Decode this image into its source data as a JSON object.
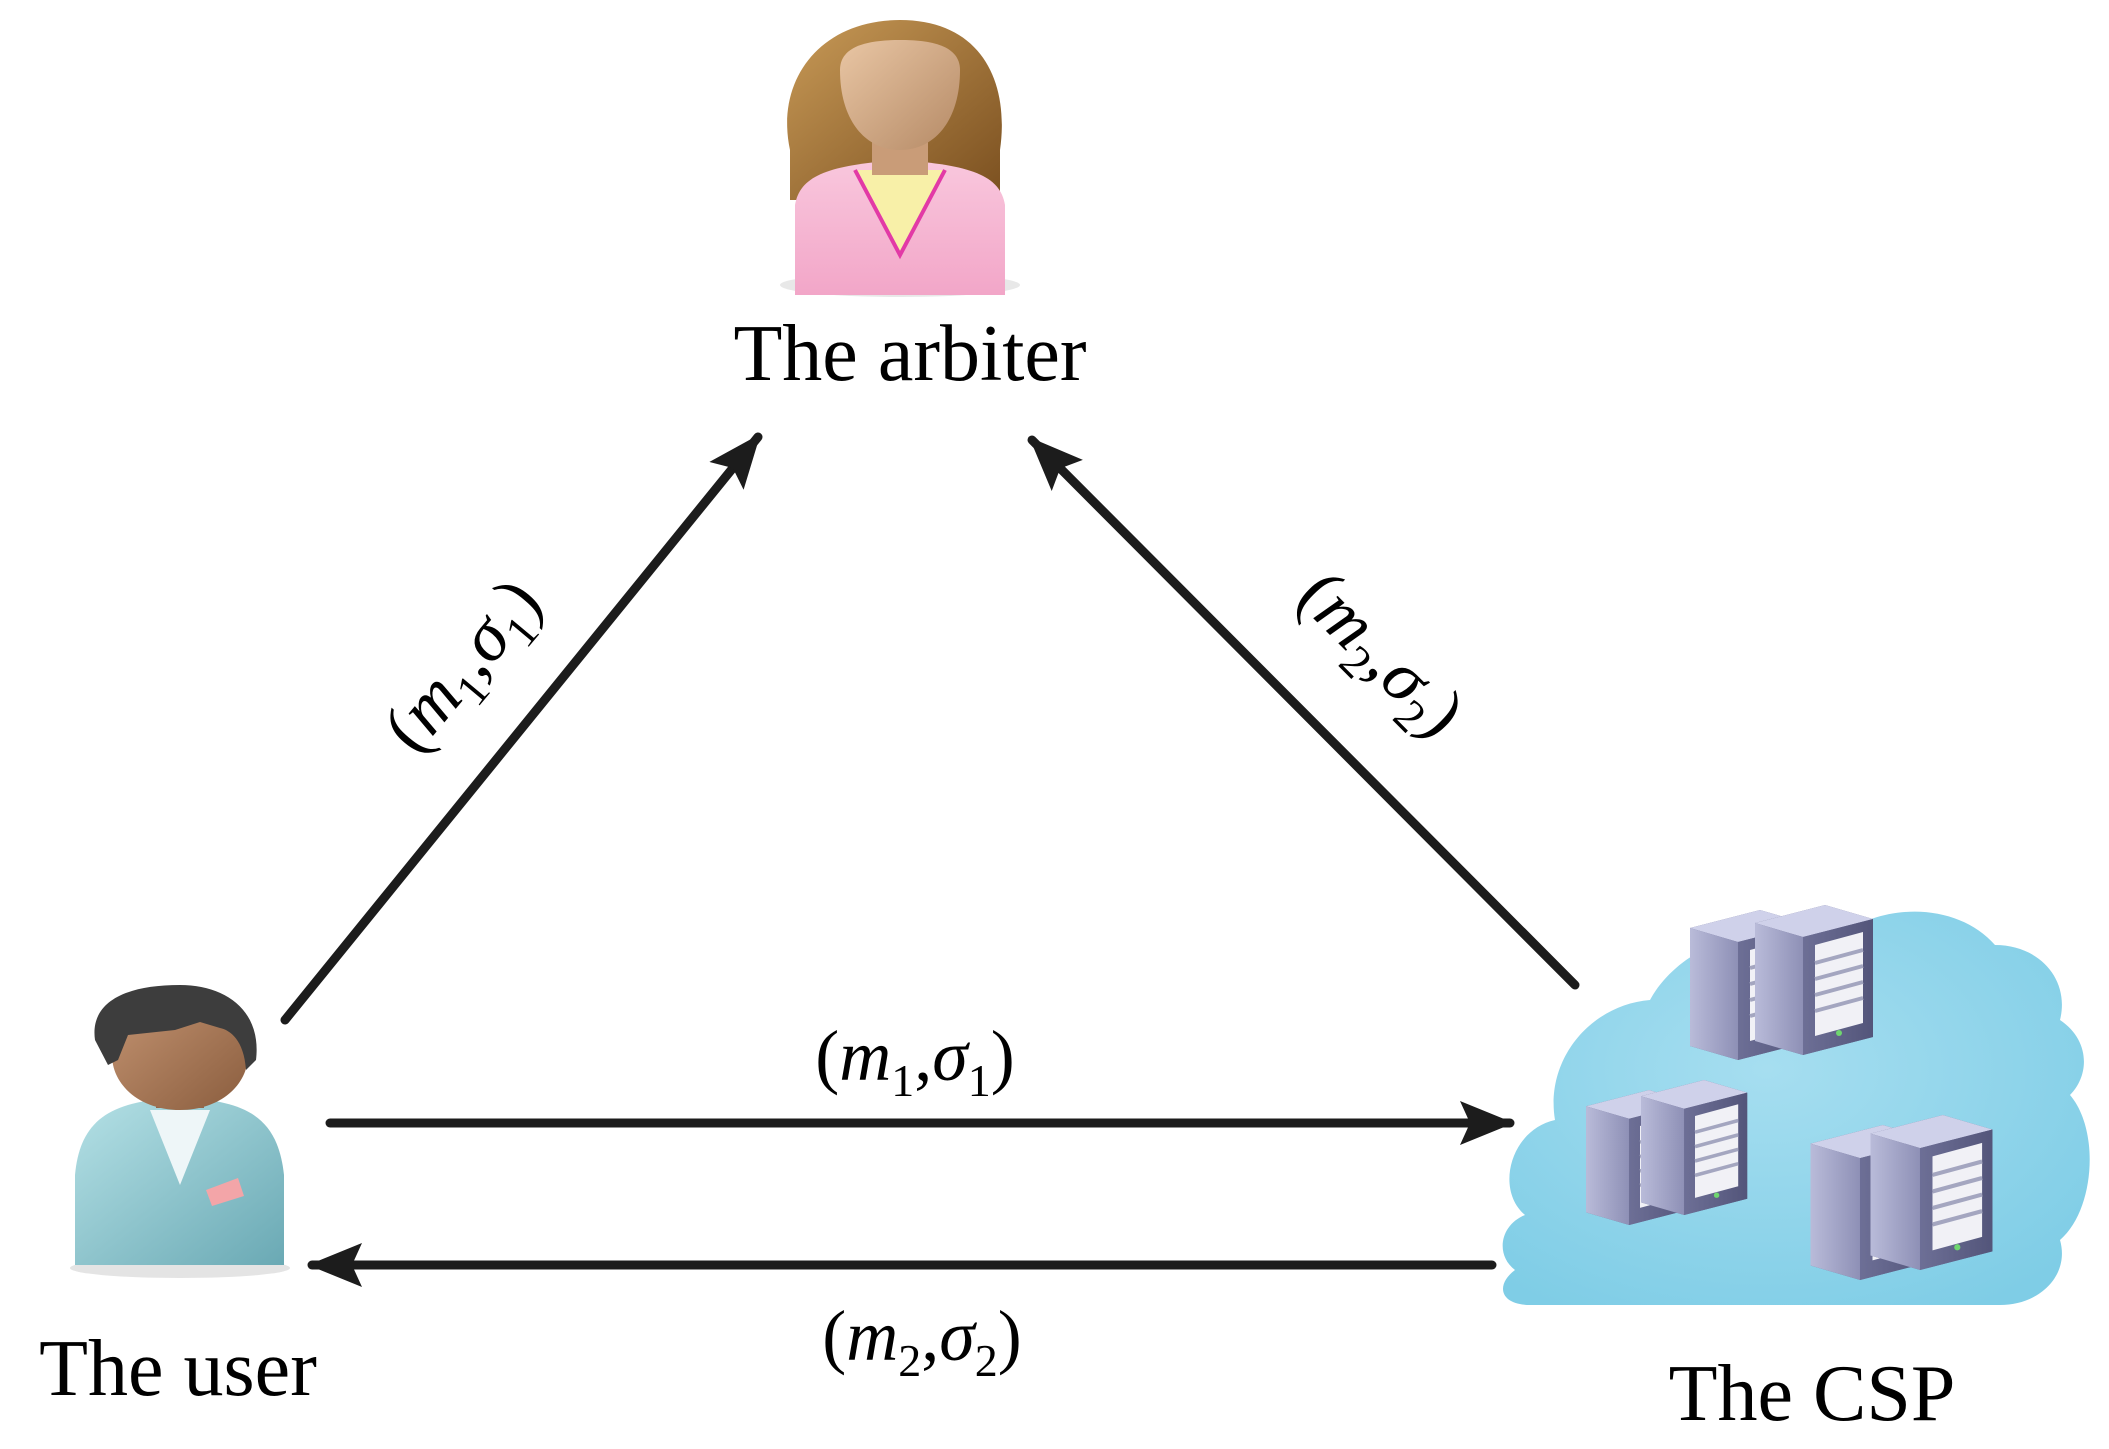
{
  "nodes": {
    "arbiter": {
      "label": "The arbiter",
      "icon": "woman-avatar-icon"
    },
    "user": {
      "label": "The user",
      "icon": "man-avatar-icon"
    },
    "csp": {
      "label": "The CSP",
      "icon": "cloud-servers-icon"
    }
  },
  "edges": {
    "user_to_arbiter": {
      "from": "The user",
      "to": "The arbiter",
      "var": "m",
      "sig": "σ",
      "sub": "1"
    },
    "csp_to_arbiter": {
      "from": "The CSP",
      "to": "The arbiter",
      "var": "m",
      "sig": "σ",
      "sub": "2"
    },
    "user_to_csp": {
      "from": "The user",
      "to": "The CSP",
      "var": "m",
      "sig": "σ",
      "sub": "1"
    },
    "csp_to_user": {
      "from": "The CSP",
      "to": "The user",
      "var": "m",
      "sig": "σ",
      "sub": "2"
    }
  },
  "colors": {
    "arrow": "#1c1c1c",
    "cloud": "#8fd4ea",
    "server": "#8d8fb8",
    "woman_shirt": "#f7bcd6",
    "man_jacket": "#8cc3cc"
  }
}
